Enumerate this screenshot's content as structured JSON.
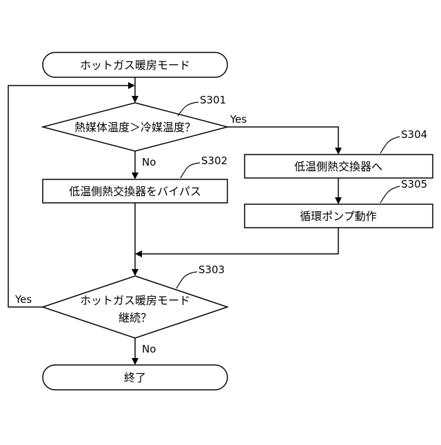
{
  "nodes": {
    "start": "ホットガス暖房モード",
    "decision1": "熱媒体温度＞冷媒温度？",
    "bypass": "低温側熱交換器をバイパス",
    "to_exchanger": "低温側熱交換器へ",
    "pump": "循環ポンプ動作",
    "decision2_line1": "ホットガス暖房モード",
    "decision2_line2": "継続？",
    "end": "終了"
  },
  "step_labels": {
    "s301": "S301",
    "s302": "S302",
    "s303": "S303",
    "s304": "S304",
    "s305": "S305"
  },
  "branch_labels": {
    "d1_yes": "Yes",
    "d1_no": "No",
    "d2_yes": "Yes",
    "d2_no": "No"
  }
}
